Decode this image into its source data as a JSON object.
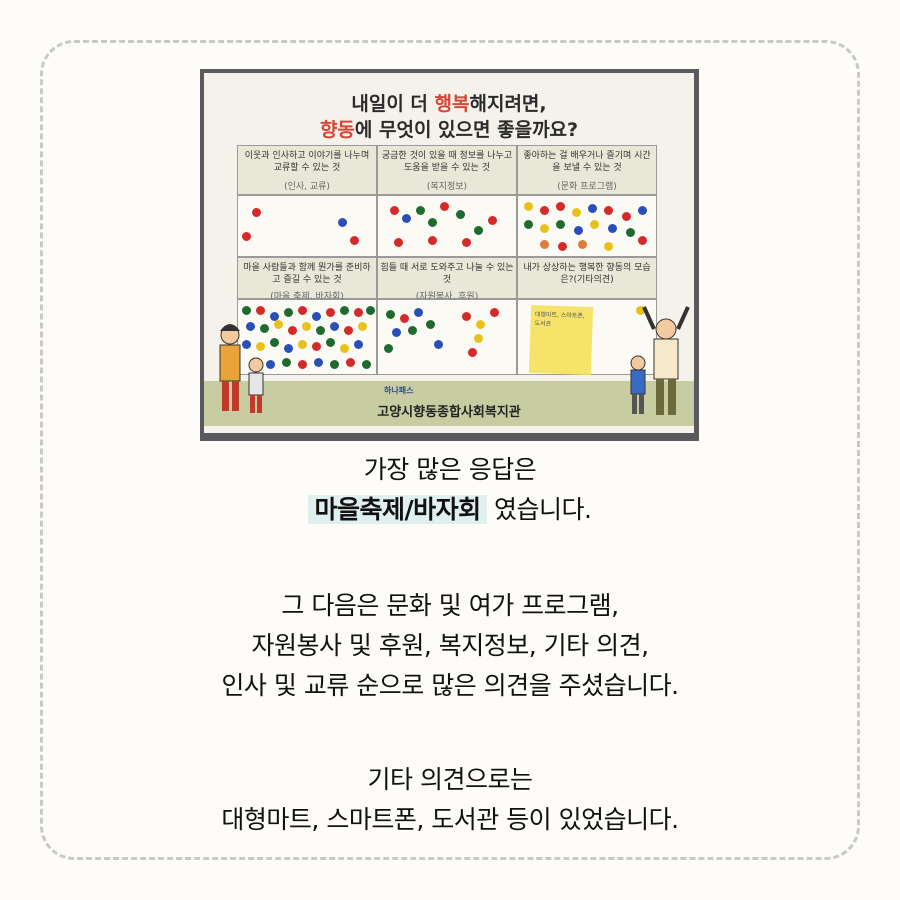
{
  "poster": {
    "title_line1_pre": "내일이 더 ",
    "title_line1_accent": "행복",
    "title_line1_post": "해지려면,",
    "title_line2_accent": "향동",
    "title_line2_post": "에 무엇이 있으면 좋을까요?",
    "categories": [
      {
        "label": "이웃과 인사하고 이야기를 나누며 교류할 수 있는 것",
        "note": "(인사, 교류)"
      },
      {
        "label": "궁금한 것이 있을 때 정보를 나누고 도움을 받을 수 있는 것",
        "note": "(복지정보)"
      },
      {
        "label": "좋아하는 걸 배우거나 즐기며 시간을 보낼 수 있는 것",
        "note": "(문화 프로그램)"
      },
      {
        "label": "마을 사람들과 함께 뭔가를 준비하고 즐길 수 있는 것",
        "note": "(마을 축제, 바자회)"
      },
      {
        "label": "힘들 때 서로 도와주고 나눌 수 있는 것",
        "note": "(자원봉사, 후원)"
      },
      {
        "label": "내가 상상하는 행복한 향동의 모습은?(기타의견)",
        "note": ""
      }
    ],
    "sticky_note": "대형마트, 스마트폰, 도서관",
    "logo": "하나패스",
    "organization": "고양시향동종합사회복지관",
    "dot_colors": {
      "red": "#d32a2a",
      "blue": "#2b4fb8",
      "green": "#1f6b2f",
      "yellow": "#e8c21a",
      "orange": "#e07a3c"
    }
  },
  "text": {
    "line1": "가장 많은 응답은",
    "highlight": "마을축제/바자회",
    "line2_suffix": " 였습니다.",
    "para2_line1": "그 다음은 문화 및 여가 프로그램,",
    "para2_line2": "자원봉사 및 후원, 복지정보, 기타 의견,",
    "para2_line3": "인사 및 교류 순으로 많은 의견을 주셨습니다.",
    "para3_line1": "기타 의견으로는",
    "para3_line2": "대형마트, 스마트폰, 도서관 등이 있었습니다."
  }
}
